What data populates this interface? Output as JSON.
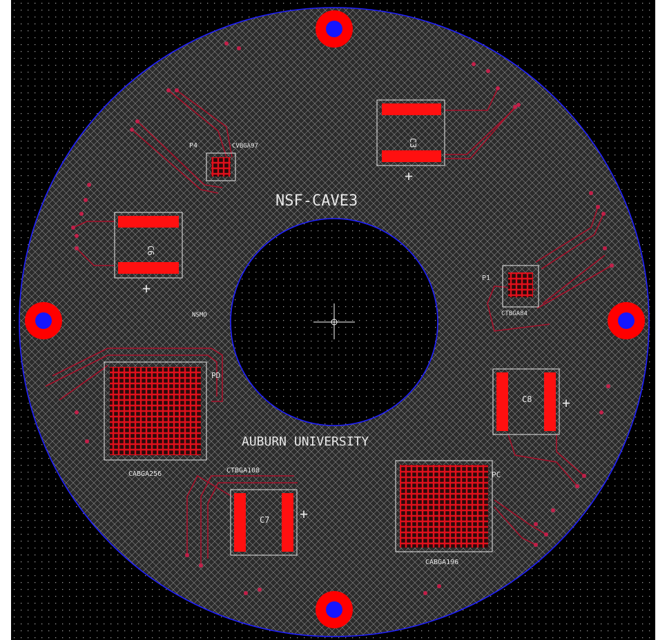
{
  "board": {
    "title_text": "NSF-CAVE3",
    "university_text": "AUBURN UNIVERSITY",
    "mark_text": "NSMO"
  },
  "components": {
    "c3": {
      "ref": "C3",
      "plus": "+"
    },
    "c6": {
      "ref": "C6",
      "plus": "+"
    },
    "c7": {
      "ref": "C7",
      "plus": "+"
    },
    "c8": {
      "ref": "C8",
      "plus": "+"
    },
    "p1": {
      "ref": "P1",
      "package": "CTBGA84"
    },
    "p4": {
      "ref": "P4",
      "package": "CVBGA97"
    },
    "pd": {
      "ref": "PD",
      "package": "CABGA256"
    },
    "pc": {
      "ref": "PC",
      "package": "CABGA196"
    },
    "c7pkg": {
      "package": "CTBGA108"
    }
  },
  "colors": {
    "background": "#000000",
    "copper_top": "#ff0000",
    "trace": "#b0102a",
    "board_outline": "#2020ff",
    "silkscreen": "#e9e9e9",
    "grid_dot": "#9a9a9a",
    "hatch": "#666666"
  }
}
